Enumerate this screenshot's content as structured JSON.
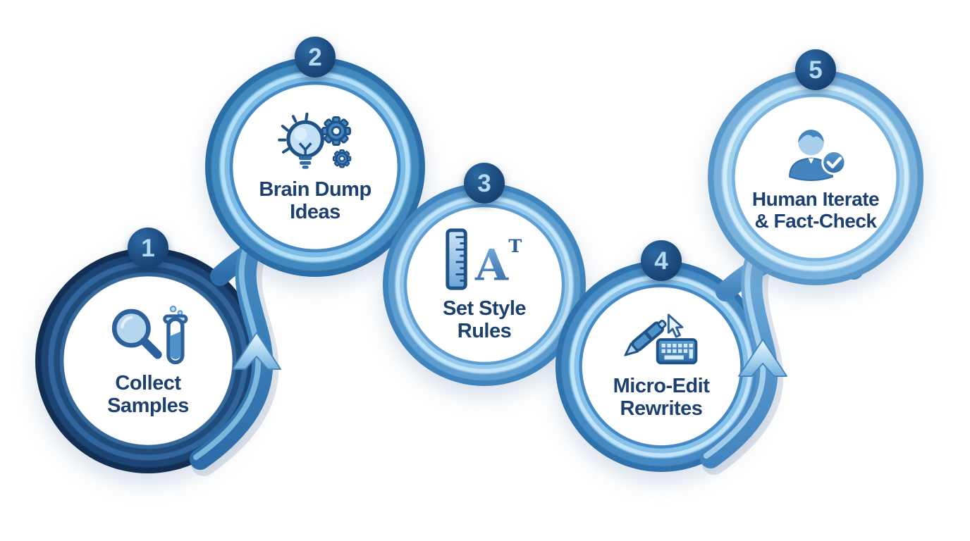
{
  "diagram": {
    "type": "process-flow",
    "background_color": "#ffffff",
    "label_color": "#1c4070",
    "badge_color": "#1b4a7c",
    "badge_number_color": "#b5daf4"
  },
  "steps": [
    {
      "number": "1",
      "label_line1": "Collect",
      "label_line2": "Samples",
      "icon": "magnifier-and-test-tube",
      "ring_color": "#1e4c7d"
    },
    {
      "number": "2",
      "label_line1": "Brain Dump",
      "label_line2": "Ideas",
      "icon": "lightbulb-and-gears",
      "ring_color": "#418abf"
    },
    {
      "number": "3",
      "label_line1": "Set Style",
      "label_line2": "Rules",
      "icon": "ruler-and-letter",
      "icon_text": "A",
      "icon_text_sup": "T",
      "ring_color": "#5e9dd0"
    },
    {
      "number": "4",
      "label_line1": "Micro-Edit",
      "label_line2": "Rewrites",
      "icon": "pen-cursor-keyboard",
      "ring_color": "#458ac2"
    },
    {
      "number": "5",
      "label_line1": "Human Iterate",
      "label_line2": "& Fact-Check",
      "icon": "person-with-checkmark",
      "ring_color": "#79b2dd"
    }
  ],
  "connectors": [
    {
      "from_step": "1",
      "to_step": "2",
      "arrow_direction": "up"
    },
    {
      "from_step": "4",
      "to_step": "5",
      "arrow_direction": "up"
    }
  ]
}
